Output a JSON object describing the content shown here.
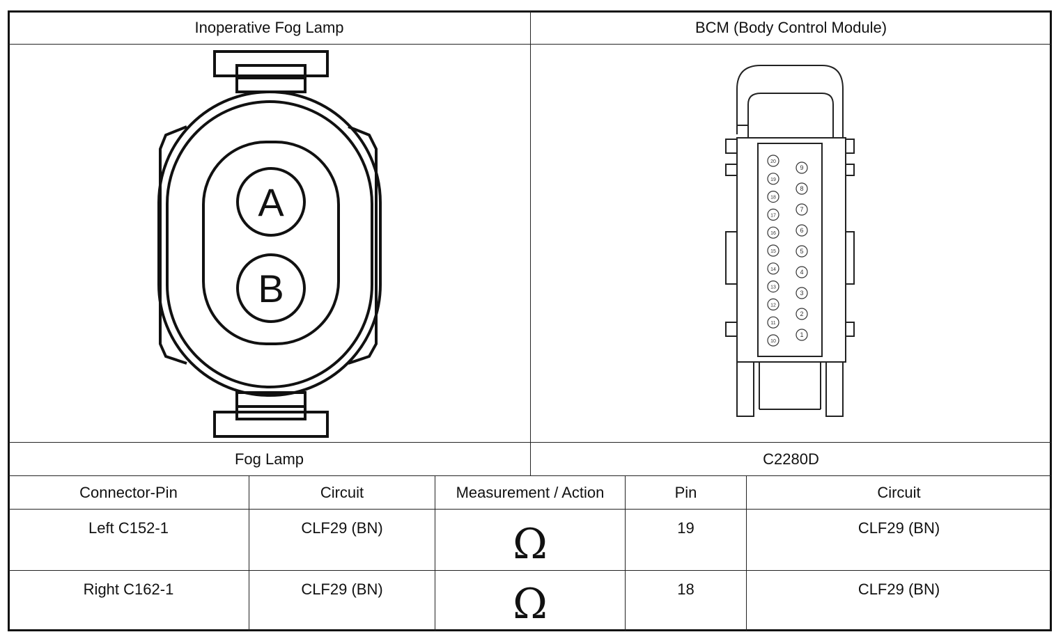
{
  "header": {
    "left_title": "Inoperative Fog Lamp",
    "right_title": "BCM (Body Control Module)"
  },
  "fog_lamp_connector": {
    "pins": [
      "A",
      "B"
    ],
    "caption": "Fog Lamp"
  },
  "bcm_connector": {
    "left_column_pins": [
      "20",
      "19",
      "18",
      "17",
      "16",
      "15",
      "14",
      "13",
      "12",
      "11",
      "10"
    ],
    "right_column_pins": [
      "9",
      "8",
      "7",
      "6",
      "5",
      "4",
      "3",
      "2",
      "1"
    ],
    "caption": "C2280D"
  },
  "table": {
    "headers": [
      "Connector-Pin",
      "Circuit",
      "Measurement / Action",
      "Pin",
      "Circuit"
    ],
    "rows": [
      {
        "connector_pin": "Left C152-1",
        "circuit": "CLF29 (BN)",
        "measurement": "Ω",
        "pin": "19",
        "bcm_circuit": "CLF29 (BN)"
      },
      {
        "connector_pin": "Right C162-1",
        "circuit": "CLF29 (BN)",
        "measurement": "Ω",
        "pin": "18",
        "bcm_circuit": "CLF29 (BN)"
      }
    ]
  }
}
